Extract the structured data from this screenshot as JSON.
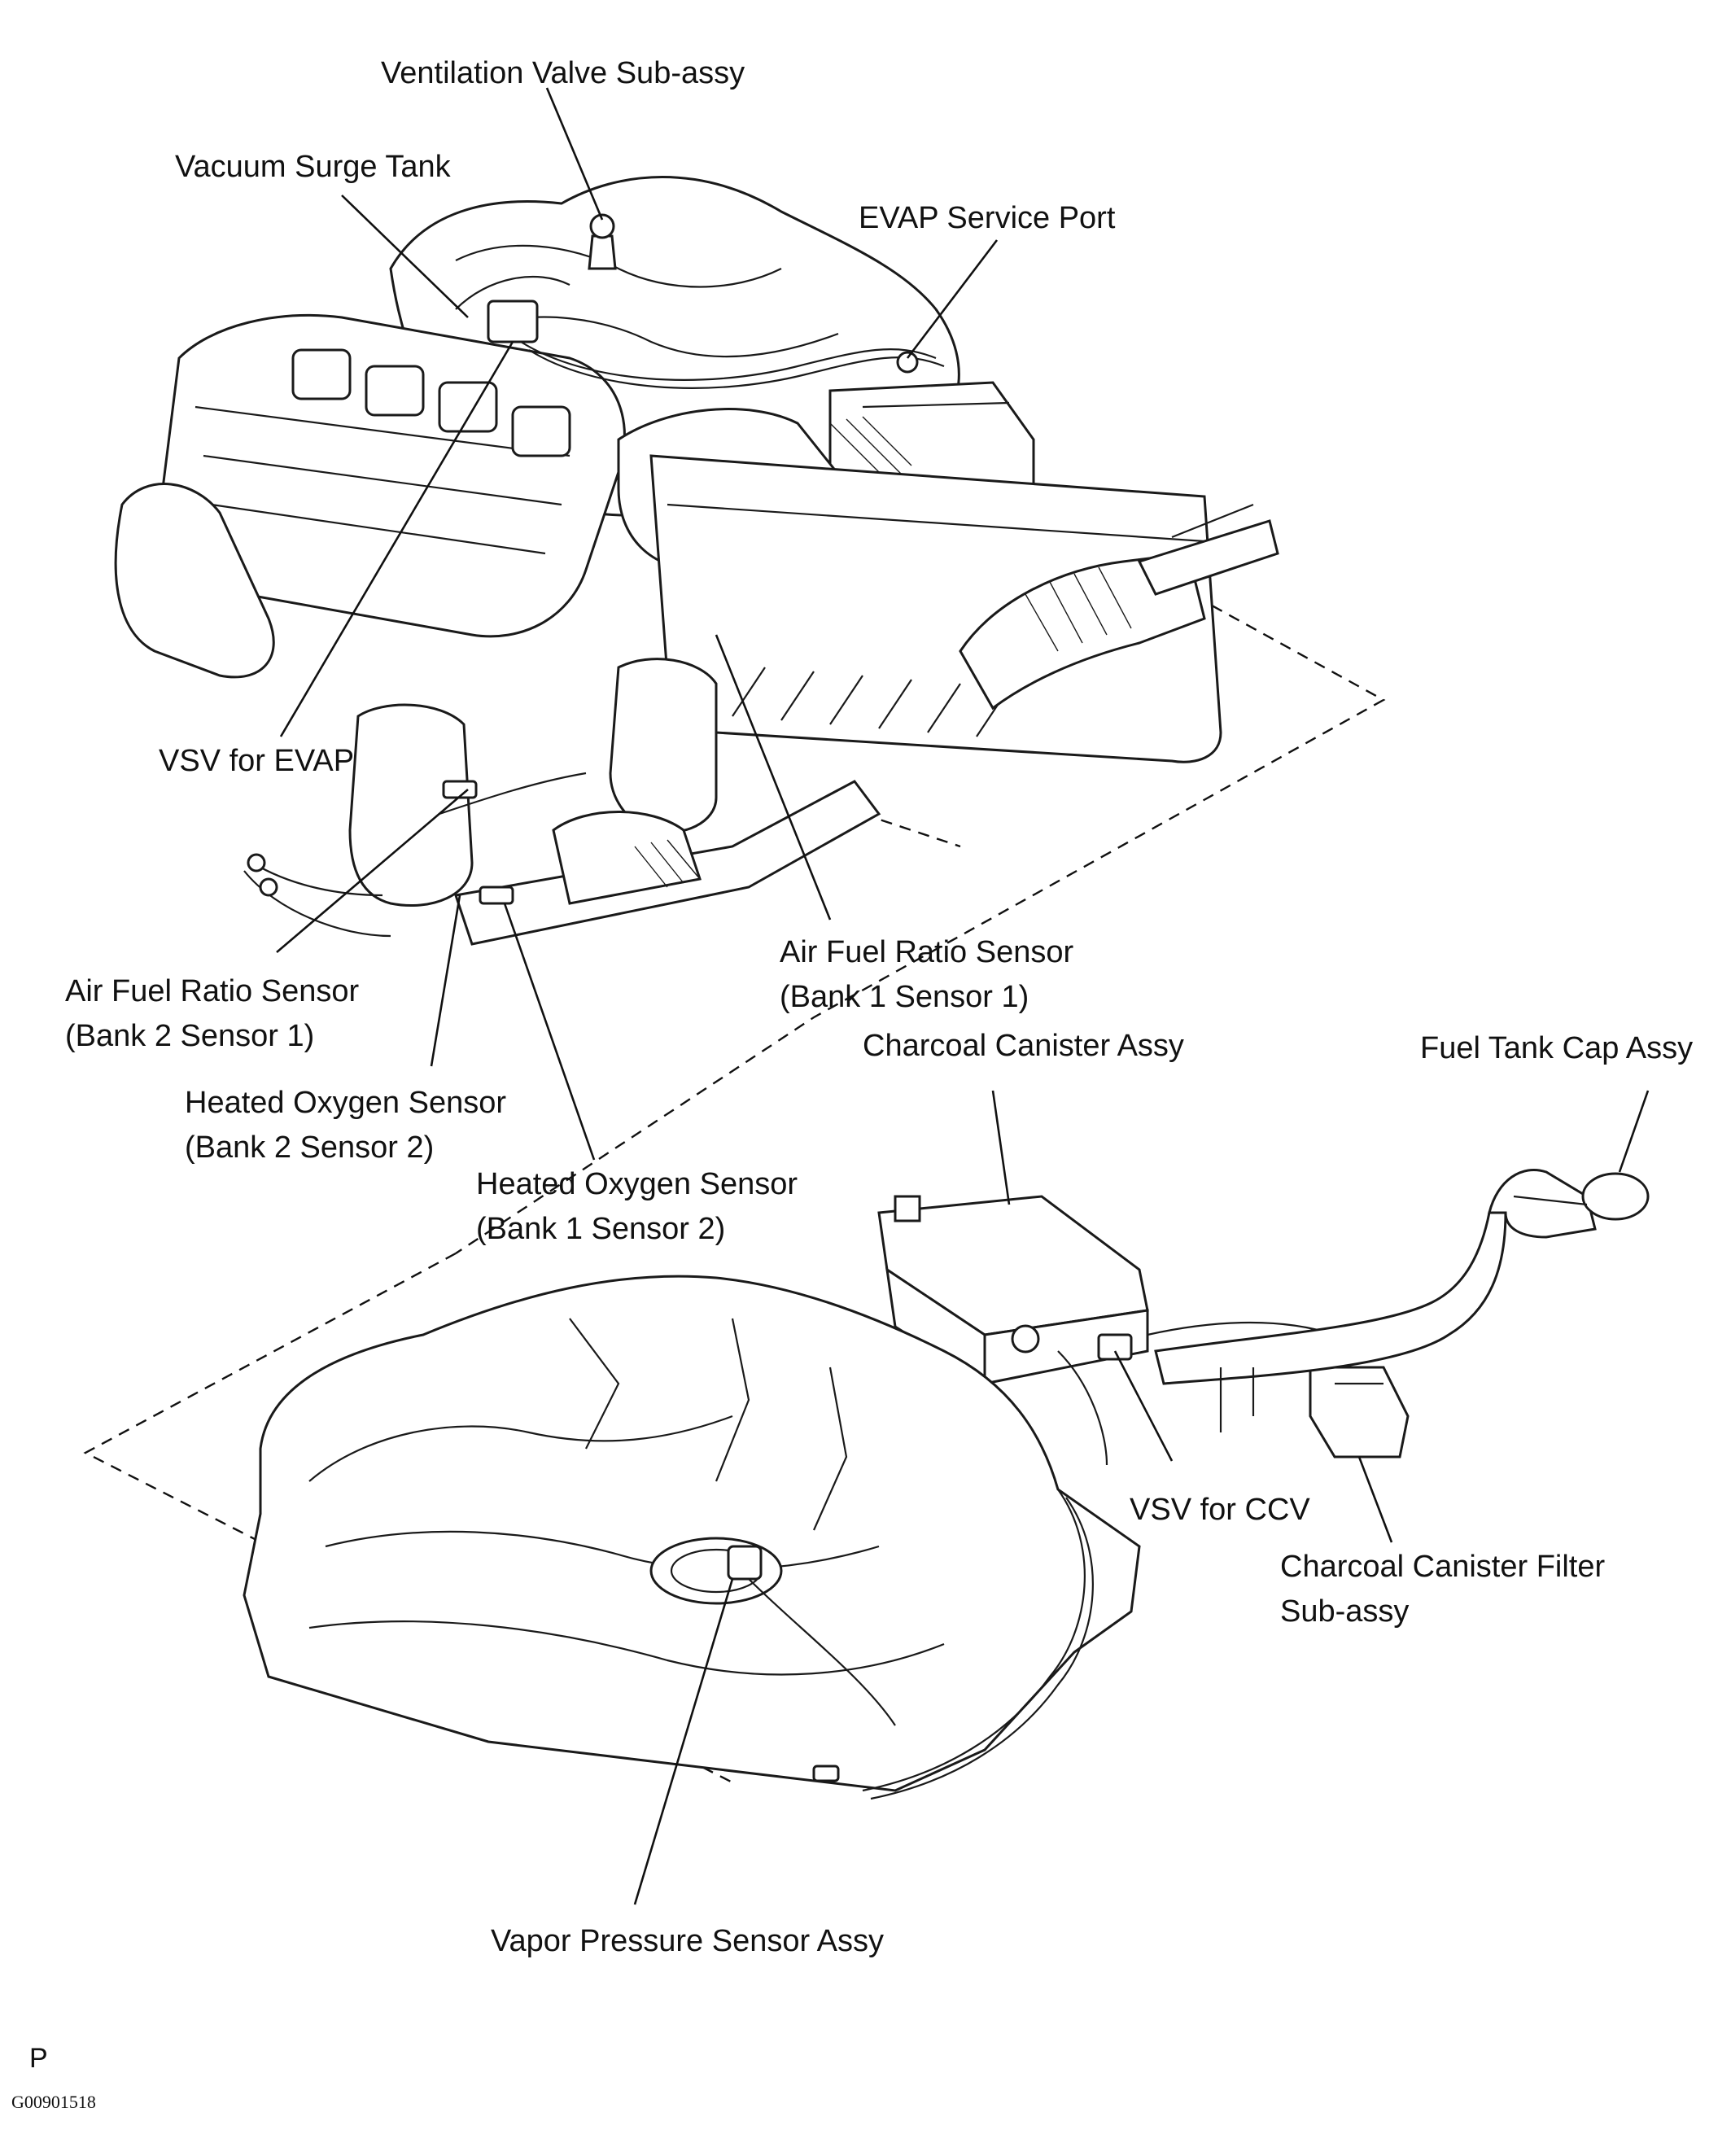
{
  "labels": {
    "ventilation_valve": "Ventilation Valve Sub-assy",
    "vacuum_surge_tank": "Vacuum Surge Tank",
    "evap_service_port": "EVAP Service Port",
    "vsv_evap": "VSV for EVAP",
    "afr_bank1_line1": "Air Fuel Ratio Sensor",
    "afr_bank1_line2": "(Bank 1 Sensor 1)",
    "afr_bank2_line1": "Air Fuel Ratio Sensor",
    "afr_bank2_line2": "(Bank 2 Sensor 1)",
    "charcoal_canister": "Charcoal Canister Assy",
    "fuel_tank_cap": "Fuel Tank Cap Assy",
    "ho2_bank2_line1": "Heated Oxygen Sensor",
    "ho2_bank2_line2": "(Bank 2 Sensor 2)",
    "ho2_bank1_line1": "Heated Oxygen Sensor",
    "ho2_bank1_line2": "(Bank 1 Sensor 2)",
    "vsv_ccv": "VSV for CCV",
    "canister_filter_line1": "Charcoal Canister Filter",
    "canister_filter_line2": "Sub-assy",
    "vapor_pressure_sensor": "Vapor Pressure Sensor Assy"
  },
  "footer": {
    "marker": "P",
    "figure_code": "G00901518"
  }
}
